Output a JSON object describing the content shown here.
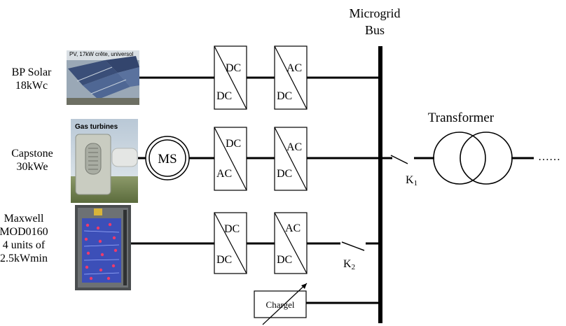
{
  "labels": {
    "bus_title_line1": "Microgrid",
    "bus_title_line2": "Bus",
    "transformer": "Transformer",
    "continuation": "……",
    "k1": "K",
    "k1_sub": "1",
    "k2": "K",
    "k2_sub": "2",
    "ms": "MS",
    "charge": "Chargel"
  },
  "sources": {
    "solar": {
      "line1": "BP Solar",
      "line2": "18kWc",
      "photo_caption": "PV, 17kW crête, universol"
    },
    "capstone": {
      "line1": "Capstone",
      "line2": "30kWe",
      "photo_caption": "Gas turbines"
    },
    "maxwell": {
      "line1": "Maxwell",
      "line2": "MOD0160",
      "line3": "4 units of",
      "line4": "2.5kWmin"
    }
  },
  "converters": {
    "row1": [
      {
        "top": "DC",
        "bottom": "DC"
      },
      {
        "top": "AC",
        "bottom": "DC"
      }
    ],
    "row2": [
      {
        "top": "DC",
        "bottom": "AC"
      },
      {
        "top": "AC",
        "bottom": "DC"
      }
    ],
    "row3": [
      {
        "top": "DC",
        "bottom": "DC"
      },
      {
        "top": "AC",
        "bottom": "DC"
      }
    ]
  }
}
